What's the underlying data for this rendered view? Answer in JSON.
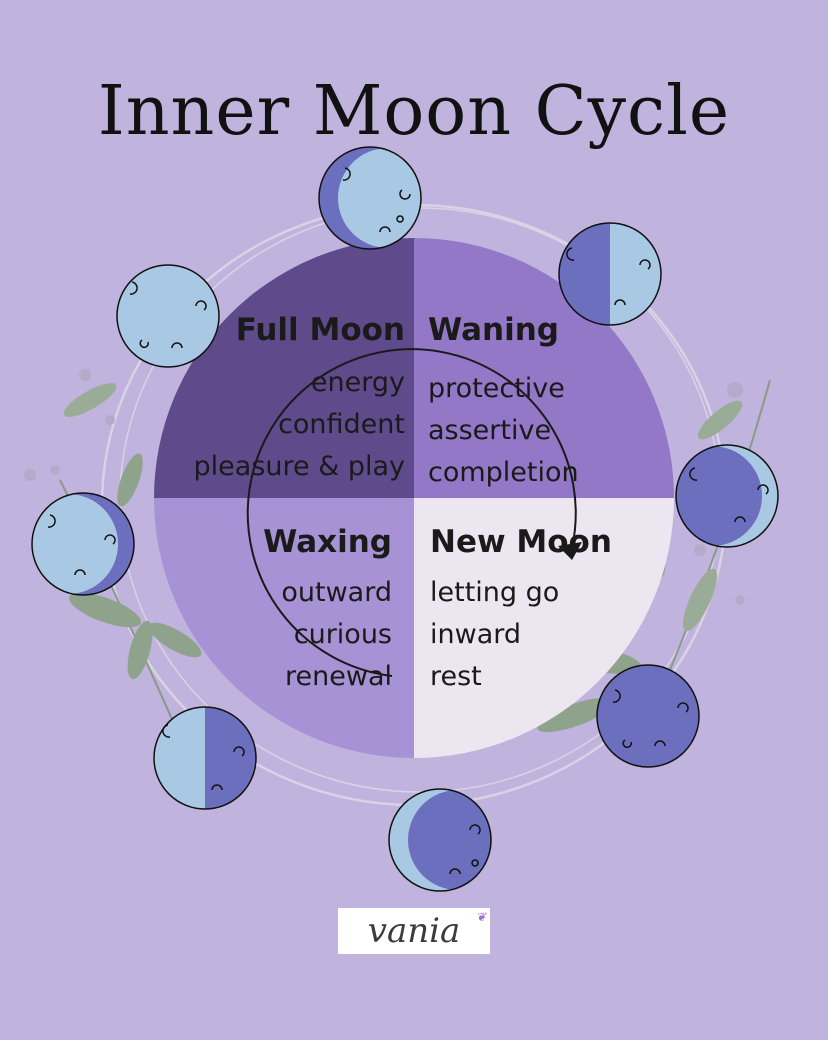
{
  "title": "Inner Moon Cycle",
  "phases": {
    "full_moon": {
      "heading": "Full Moon",
      "lines": [
        "energy",
        "confident",
        "pleasure & play"
      ]
    },
    "waning": {
      "heading": "Waning",
      "lines": [
        "protective",
        "assertive",
        "completion"
      ]
    },
    "waxing": {
      "heading": "Waxing",
      "lines": [
        "outward",
        "curious",
        "renewal"
      ]
    },
    "new_moon": {
      "heading": "New Moon",
      "lines": [
        "letting go",
        "inward",
        "rest"
      ]
    }
  },
  "logo_text": "vania",
  "colors": {
    "background": "#c0b3dd",
    "full_moon_quadrant": "#5f4a8b",
    "waning_quadrant": "#9278c7",
    "waxing_quadrant": "#a892d6",
    "new_moon_quadrant": "#ebe6ef",
    "moon_light": "#a9c8e3",
    "moon_dark": "#6b6fbd"
  },
  "icons": [
    "moon-phase-icon",
    "cycle-arrow-icon",
    "leaf-branch-icon",
    "butterfly-icon"
  ]
}
